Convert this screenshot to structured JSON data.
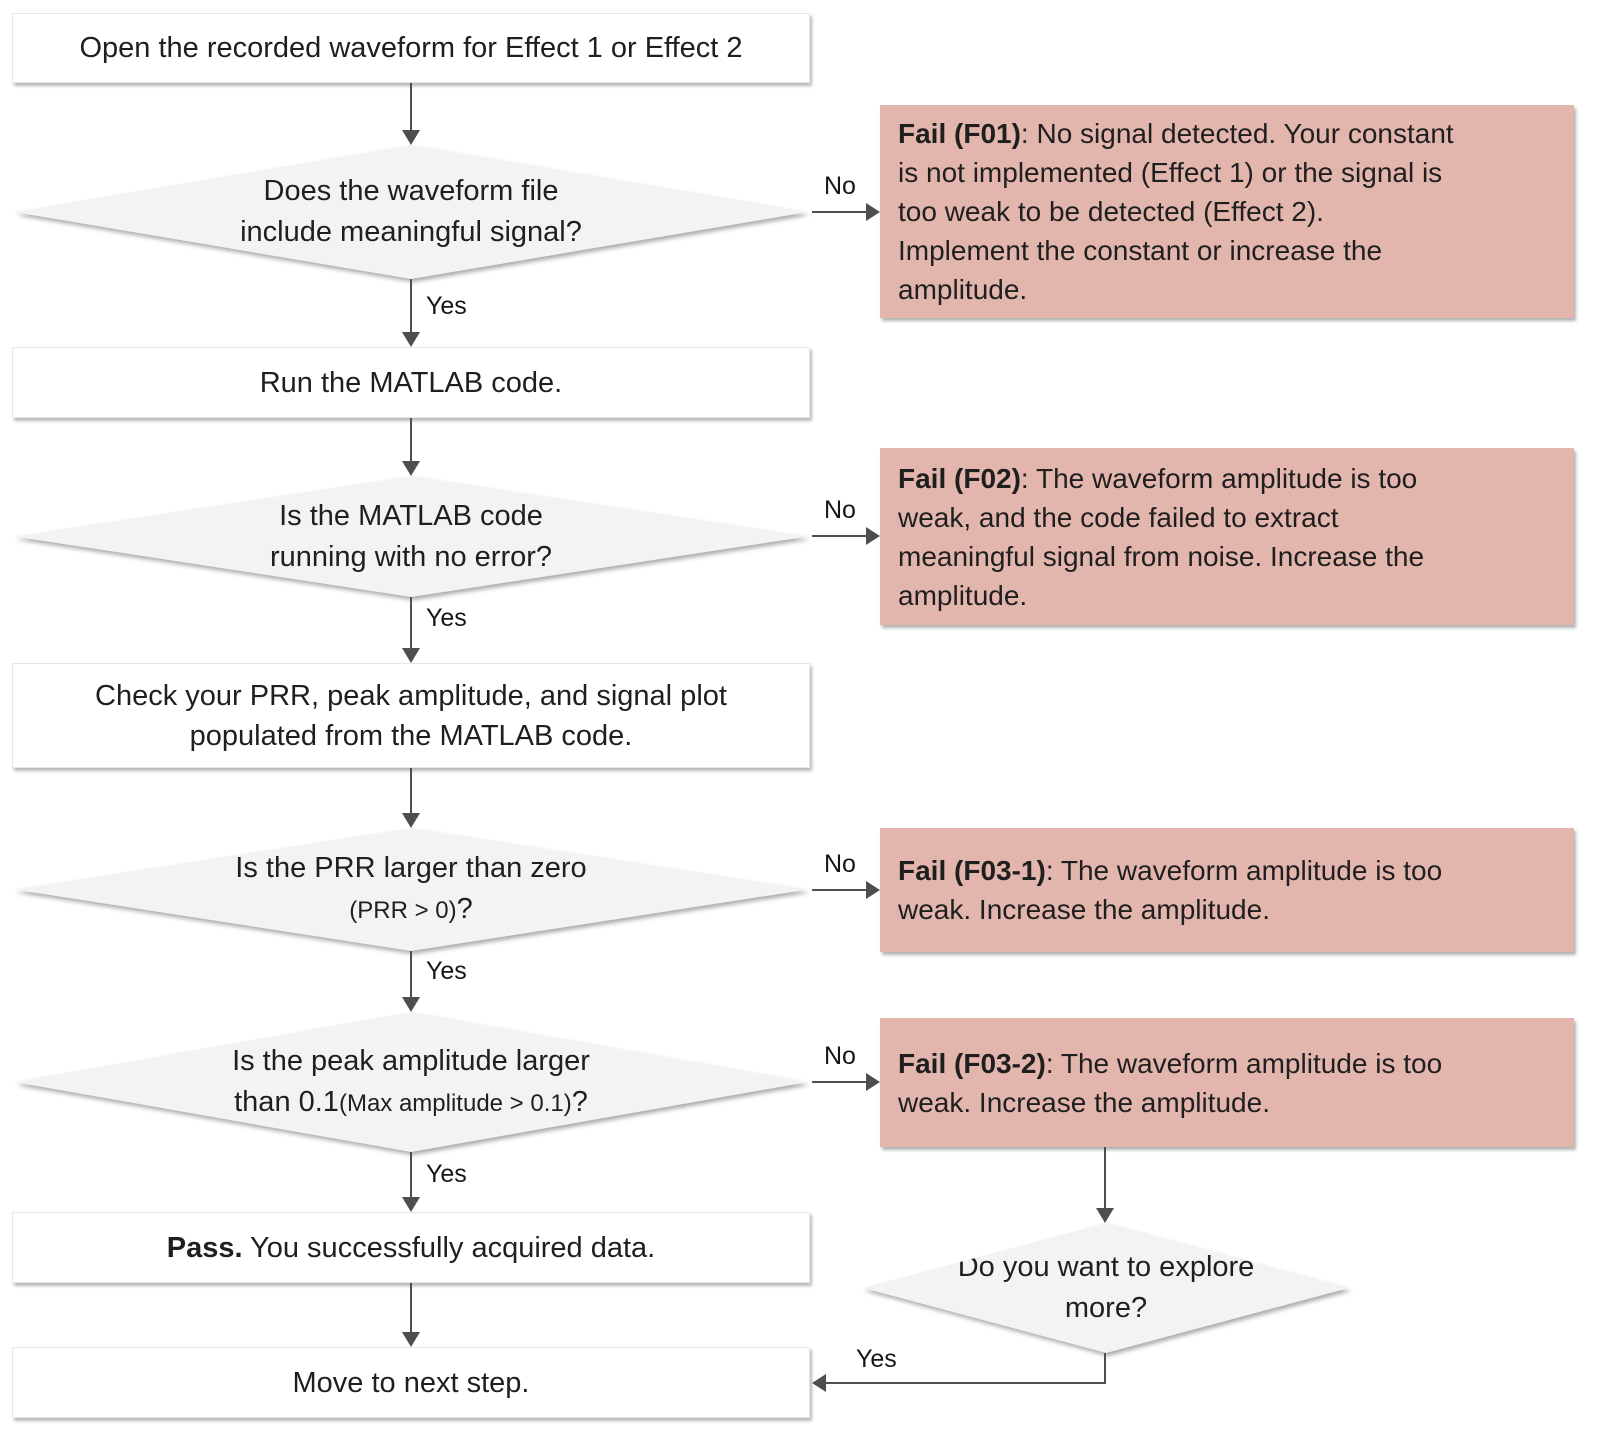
{
  "diagram": {
    "labels": {
      "yes": "Yes",
      "no": "No"
    },
    "colors": {
      "fail_bg": "#e3b6ad",
      "decision_bg": "#f3f3f3",
      "process_bg": "#ffffff",
      "process_border": "#e6e6e6",
      "arrow": "#4e4e4e",
      "text": "#1f1f1f"
    },
    "nodes": {
      "open": {
        "text": "Open the recorded waveform for Effect 1 or Effect 2"
      },
      "d1": {
        "line1": "Does the waveform file",
        "line2": "include meaningful signal?"
      },
      "run": {
        "text": "Run the MATLAB code."
      },
      "d2": {
        "line1": "Is the MATLAB code",
        "line2": "running with no error?"
      },
      "check": {
        "line1": "Check your PRR, peak amplitude, and signal plot",
        "line2": "populated from the MATLAB code."
      },
      "d3": {
        "line1": "Is the PRR  larger than zero",
        "line2_small": "(PRR > 0)",
        "line2_end": "?"
      },
      "d4": {
        "line1": "Is the peak amplitude larger",
        "line2_start": "than 0.1",
        "line2_small": "(Max amplitude > 0.1)",
        "line2_end": "?"
      },
      "pass": {
        "bold": "Pass.",
        "text": " You successfully acquired data."
      },
      "move": {
        "text": "Move to next step."
      },
      "d5": {
        "line1": "Do you want to explore",
        "line2": "more?"
      },
      "f01": {
        "bold": "Fail (F01)",
        "text": ": No signal detected. Your constant\nis not implemented (Effect 1) or the signal is\ntoo weak to be detected (Effect 2).\nImplement the constant or increase the\namplitude."
      },
      "f02": {
        "bold": "Fail (F02)",
        "text": ": The waveform amplitude is too\nweak, and the code failed to extract\nmeaningful signal from noise. Increase the\namplitude."
      },
      "f03_1": {
        "bold": "Fail (F03-1)",
        "text": ": The waveform amplitude is too\nweak. Increase the amplitude."
      },
      "f03_2": {
        "bold": "Fail (F03-2)",
        "text": ": The waveform amplitude is too\nweak. Increase the amplitude."
      }
    }
  }
}
